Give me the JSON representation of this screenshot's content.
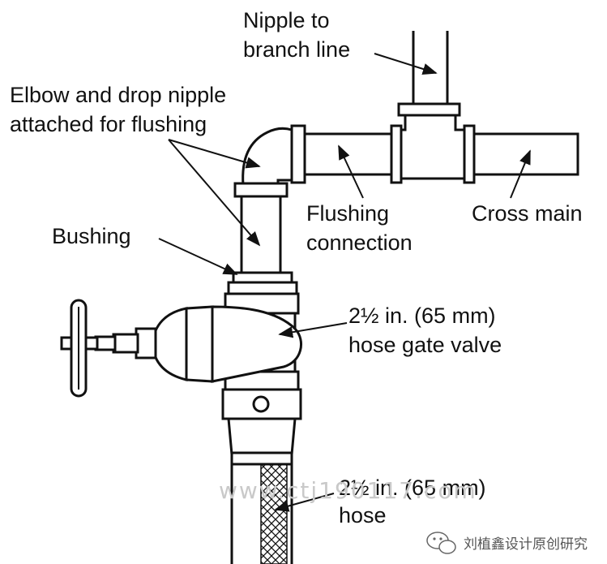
{
  "labels": {
    "nipple_to_branch": [
      "Nipple to",
      "branch line"
    ],
    "elbow_drop": [
      "Elbow and drop nipple",
      "attached for flushing"
    ],
    "bushing": "Bushing",
    "flushing_connection": [
      "Flushing",
      "connection"
    ],
    "cross_main": "Cross main",
    "gate_valve": [
      "2½ in. (65 mm)",
      "hose gate valve"
    ],
    "hose": [
      "2½ in. (65 mm)",
      "hose"
    ]
  },
  "watermark": {
    "url": "www.ctj190117.com",
    "brand": "刘植鑫设计原创研究"
  }
}
